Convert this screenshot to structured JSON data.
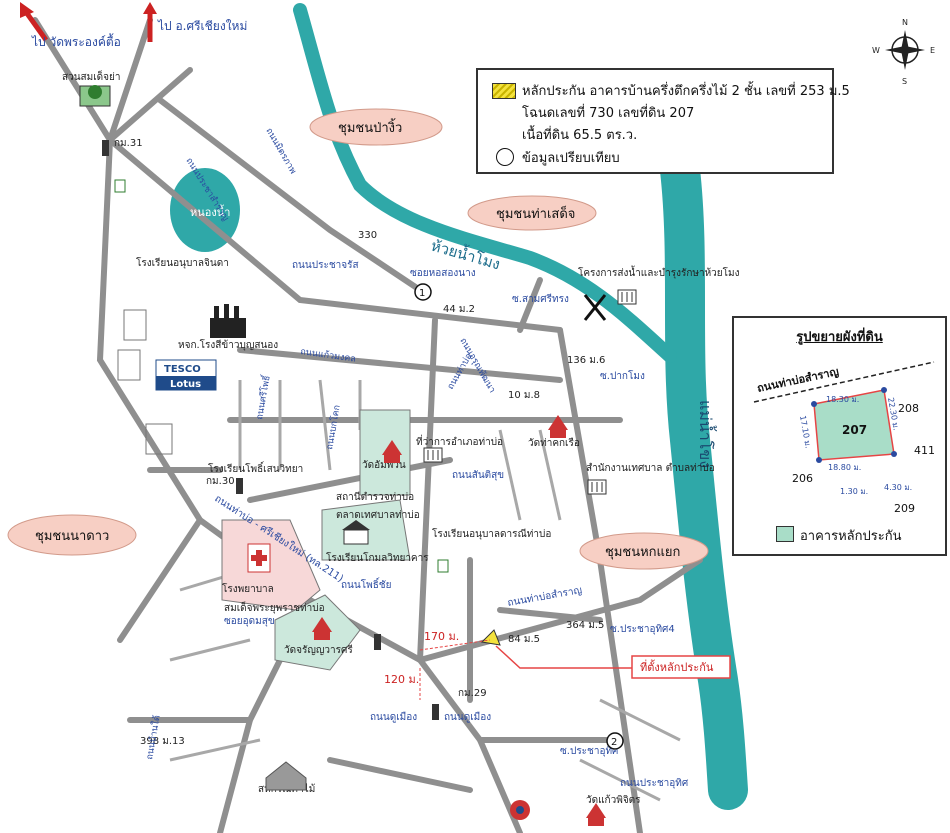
{
  "compass": {
    "n": "N",
    "s": "S",
    "e": "E",
    "w": "W"
  },
  "arrows": {
    "left": "ไป วัดพระองค์ตื้อ",
    "right": "ไป อ.ศรีเชียงใหม่"
  },
  "legend": {
    "collateral_line1": "หลักประกัน อาคารบ้านครึ่งตึกครึ่งไม้ 2 ชั้น เลขที่ 253 ม.5",
    "collateral_line2": "โฉนดเลขที่ 730 เลขที่ดิน 207",
    "collateral_line3": "เนื้อที่ดิน 65.5 ตร.ว.",
    "comparison": "ข้อมูลเปรียบเทียบ"
  },
  "communities": {
    "pa_ngio": "ชุมชนป่างิ้ว",
    "tha_sadet": "ชุมชนท่าเสด็จ",
    "na_dao": "ชุมชนนาดาว",
    "hok_yaek": "ชุมชนหกแยก"
  },
  "water": {
    "stream": "ห้วยน้ำโมง",
    "river": "แม่น้ำโขง",
    "pond": "หนองน้ำ"
  },
  "labels": {
    "park": "สวนสมเด็จย่า",
    "km31": "กม.31",
    "num330": "330",
    "kindergarten": "โรงเรียนอนุบาลจินดา",
    "road_prachacharat": "ถนนประชาจรัส",
    "soi_hor": "ซอยหอสองนาง",
    "project": "โครงการส่งน้ำและบำรุงรักษาห้วยโมง",
    "num44": "44 ม.2",
    "soi_samsri": "ซ.สามศรีทรง",
    "mill": "หจก.โรงสีข้าวบุญสนอง",
    "tesco": "TESCO",
    "lotus": "Lotus",
    "num136": "136 ม.6",
    "soi_pakmong": "ซ.ปากโมง",
    "num10": "10 ม.8",
    "wat_thakhaek": "วัดท่าคกเรือ",
    "district_office": "ที่ว่าการอำเภอท่าบ่อ",
    "wat_amphawan": "วัดอัมพวัน",
    "road_santisuk": "ถนนสันติสุข",
    "road_bokhok": "ถนนบกโคก",
    "school_pho": "โรงเรียนโพธิ์เสนวิทยา",
    "km30": "กม.30",
    "police": "สถานีตำรวจท่าบ่อ",
    "market": "ตลาดเทศบาลท่าบ่อ",
    "municipal": "สำนักงานเทศบาล ตำบลท่าบ่อ",
    "school_anuban": "โรงเรียนอนุบาลดารณีท่าบ่อ",
    "school_kaset": "โรงเรียนโกมลวิทยาคาร",
    "hospital": "โรงพยาบาล",
    "hospital2": "สมเด็จพระยุพราชท่าบ่อ",
    "road_highway": "ถนนท่าบ่อ - ศรีเชียงใหม่ (ทล.211)",
    "road_porn": "ถนนโพธิ์ชัย",
    "soi_udom": "ซอยอุดมสุข",
    "road_thabo": "ถนนท่าบ่อสำราญ",
    "num364": "364 ม.5",
    "soi_pracha4": "ซ.ประชาอุทิศ4",
    "num84": "84 ม.5",
    "dist170": "170 ม.",
    "wat_charoen": "วัดจรัญญวารศรี",
    "location_callout": "ที่ตั้งหลักประกัน",
    "dist120": "120 ม.",
    "km29": "กม.29",
    "road_dumuang": "ถนนดูเมือง",
    "road_dumuang2": "ถนนดูเมือง",
    "num398": "398 ม.13",
    "soi_pracha": "ซ.ประชาอุทิศ",
    "road_pracha": "ถนนประชาอุทิศ",
    "sahakorn": "สหกรณ์ค้าไม้",
    "wat_kaew": "วัดแก้วพิจิตร",
    "road_ban": "ถนนบ้านใต้",
    "road_pracha_left": "ถนนประชาสำราญ",
    "road_left1": "ถนนมิตรภาพ",
    "road_left2": "ถนนศรีโพธิ์",
    "road_mid1": "ถนนท่าบ่อ",
    "road_mid2": "ถนนอรุณพัฒนา",
    "road_mid3": "ถนนแก้วมงคล",
    "circle1": "1",
    "circle2": "2"
  },
  "inset": {
    "title": "รูปขยายผังที่ดิน",
    "road": "ถนนท่าบ่อสำราญ",
    "plot": "207",
    "n208": "208",
    "n411": "411",
    "n206": "206",
    "n209": "209",
    "d1": "18.30 ม.",
    "d2": "22.30 ม.",
    "d3": "18.80 ม.",
    "d4": "17.10 ม.",
    "d5": "1.30 ม.",
    "d6": "4.30 ม.",
    "legend": "อาคารหลักประกัน"
  },
  "colors": {
    "water": "#2fa8a8",
    "road": "#8f8f8f",
    "community_fill": "#f7cfc4",
    "block_fill": "#cce8dc",
    "hospital_fill": "#f7d8d8",
    "marker": "#e64545"
  }
}
